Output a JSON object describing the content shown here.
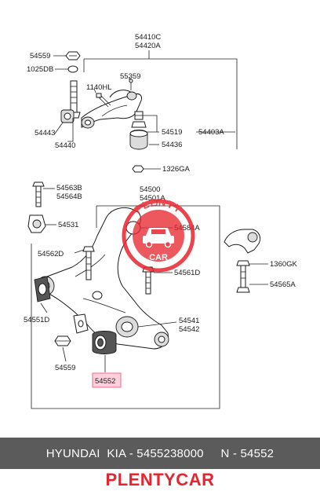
{
  "labels": {
    "l54410c": "54410C",
    "l54420a": "54420A",
    "l54559_top": "54559",
    "l1025db": "1025DB",
    "l55359": "55359",
    "l1140hl": "1140HL",
    "l54443": "54443",
    "l54440": "54440",
    "l54519": "54519",
    "l54403a": "54403A",
    "l54436": "54436",
    "l1326ga": "1326GA",
    "l54563b": "54563B",
    "l54564b": "54564B",
    "l54500": "54500",
    "l54501a": "54501A",
    "l54531": "54531",
    "l54584a": "54584A",
    "l54562d": "54562D",
    "l54561d": "54561D",
    "l1360gk": "1360GK",
    "l54565a": "54565A",
    "l54551d": "54551D",
    "l54541": "54541",
    "l54542": "54542",
    "l54559_bottom": "54559",
    "l54552": "54552"
  },
  "watermark": {
    "top_text": "PLENTY",
    "bottom_text": "CAR",
    "color": "#e8242e"
  },
  "footer": {
    "text": "HYUNDAI  KIA - 5455238000     N - 54552",
    "bg_color": "#5b5b5b"
  },
  "brand": {
    "text": "PLENTYCAR",
    "color": "#e8242e"
  },
  "icons": [
    "car-icon"
  ]
}
